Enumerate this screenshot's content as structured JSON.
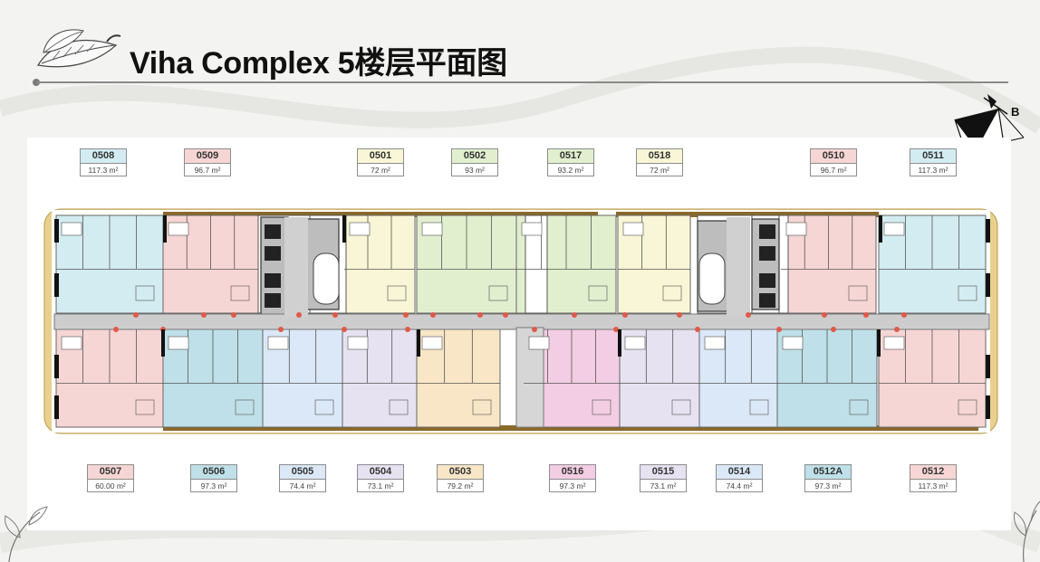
{
  "title": "Viha Complex 5楼层平面图",
  "compass_letter": "B",
  "colors": {
    "cyan": "#d3ecf2",
    "pink": "#f6d6d4",
    "yellow": "#f8f6d6",
    "green": "#e1efcf",
    "blue": "#bfe0e8",
    "lightblue": "#dbe8f7",
    "lavender": "#e6e2f1",
    "peach": "#f8e6c6",
    "magenta": "#f3cde3",
    "wood": "#e9d08e",
    "corridor": "#cdcdcd"
  },
  "units_top": [
    {
      "code": "0508",
      "area": "117.3 m²",
      "color": "cyan"
    },
    {
      "code": "0509",
      "area": "96.7 m²",
      "color": "pink"
    },
    {
      "code": "0501",
      "area": "72 m²",
      "color": "yellow"
    },
    {
      "code": "0502",
      "area": "93 m²",
      "color": "green"
    },
    {
      "code": "0517",
      "area": "93.2 m²",
      "color": "green"
    },
    {
      "code": "0518",
      "area": "72 m²",
      "color": "yellow"
    },
    {
      "code": "0510",
      "area": "96.7 m²",
      "color": "pink"
    },
    {
      "code": "0511",
      "area": "117.3 m²",
      "color": "cyan"
    }
  ],
  "units_bottom": [
    {
      "code": "0507",
      "area": "60.00 m²",
      "color": "pink"
    },
    {
      "code": "0506",
      "area": "97.3 m²",
      "color": "blue"
    },
    {
      "code": "0505",
      "area": "74.4 m²",
      "color": "lightblue"
    },
    {
      "code": "0504",
      "area": "73.1 m²",
      "color": "lavender"
    },
    {
      "code": "0503",
      "area": "79.2 m²",
      "color": "peach"
    },
    {
      "code": "0516",
      "area": "97.3 m²",
      "color": "magenta"
    },
    {
      "code": "0515",
      "area": "73.1 m²",
      "color": "lavender"
    },
    {
      "code": "0514",
      "area": "74.4 m²",
      "color": "lightblue"
    },
    {
      "code": "0512A",
      "area": "97.3 m²",
      "color": "blue"
    },
    {
      "code": "0512",
      "area": "117.3 m²",
      "color": "pink"
    }
  ]
}
